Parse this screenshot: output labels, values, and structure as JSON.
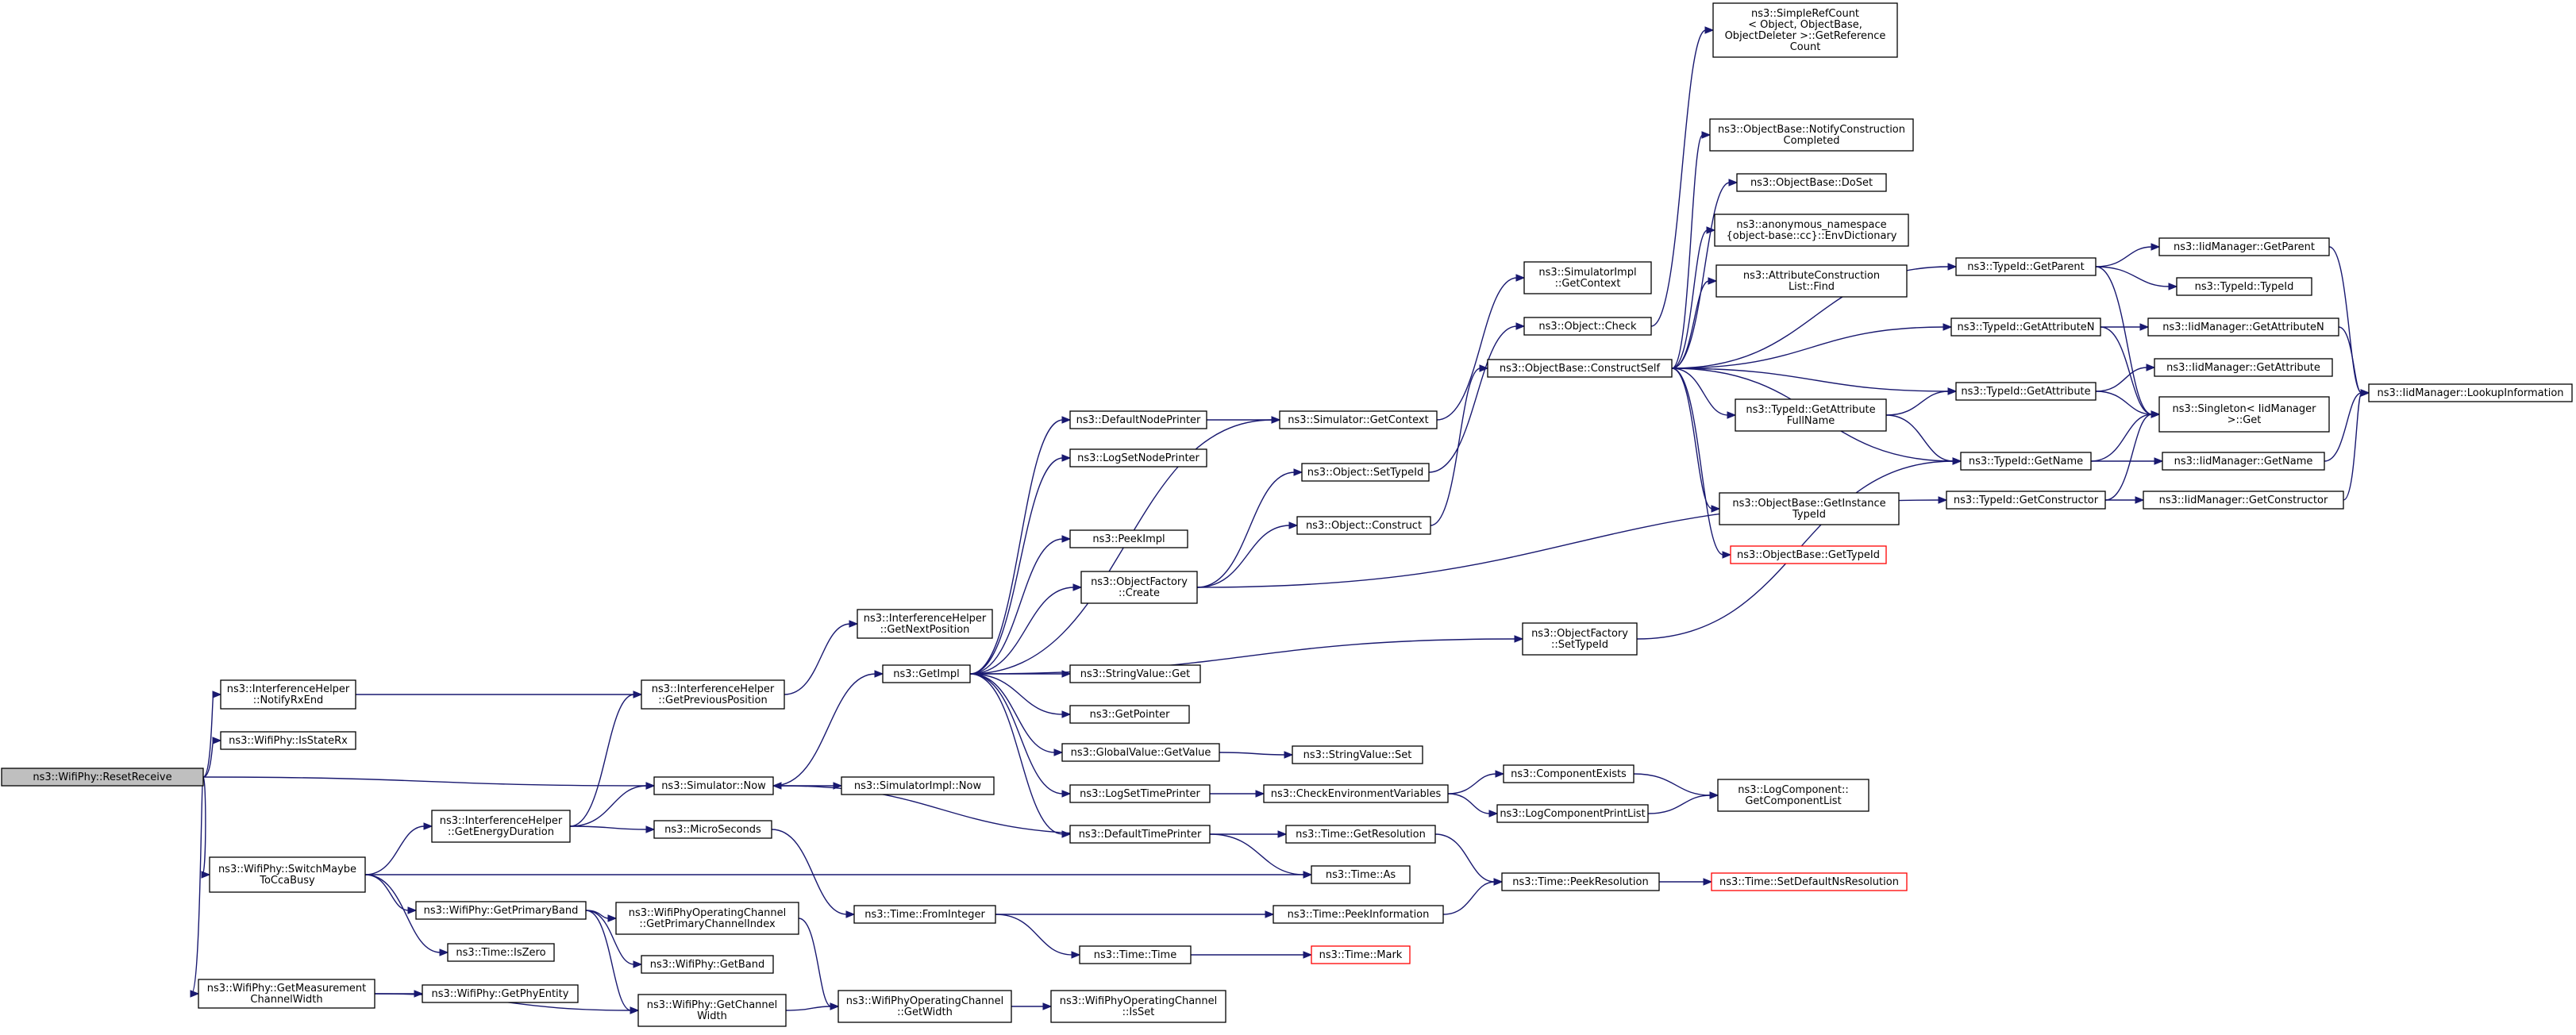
{
  "nodes": [
    {
      "id": "reset",
      "lines": [
        "ns3::WifiPhy::ResetReceive"
      ],
      "style": "root"
    },
    {
      "id": "notifyrx",
      "lines": [
        "ns3::InterferenceHelper",
        "::NotifyRxEnd"
      ]
    },
    {
      "id": "isstaterx",
      "lines": [
        "ns3::WifiPhy::IsStateRx"
      ]
    },
    {
      "id": "switchbusy",
      "lines": [
        "ns3::WifiPhy::SwitchMaybe",
        "ToCcaBusy"
      ]
    },
    {
      "id": "getmeas",
      "lines": [
        "ns3::WifiPhy::GetMeasurement",
        "ChannelWidth"
      ]
    },
    {
      "id": "getenergy",
      "lines": [
        "ns3::InterferenceHelper",
        "::GetEnergyDuration"
      ]
    },
    {
      "id": "getprimaryband",
      "lines": [
        "ns3::WifiPhy::GetPrimaryBand"
      ]
    },
    {
      "id": "iszero",
      "lines": [
        "ns3::Time::IsZero"
      ]
    },
    {
      "id": "getphyentity",
      "lines": [
        "ns3::WifiPhy::GetPhyEntity"
      ]
    },
    {
      "id": "getprevpos",
      "lines": [
        "ns3::InterferenceHelper",
        "::GetPreviousPosition"
      ]
    },
    {
      "id": "simnow",
      "lines": [
        "ns3::Simulator::Now"
      ]
    },
    {
      "id": "microseconds",
      "lines": [
        "ns3::MicroSeconds"
      ]
    },
    {
      "id": "getprimarychidx",
      "lines": [
        "ns3::WifiPhyOperatingChannel",
        "::GetPrimaryChannelIndex"
      ]
    },
    {
      "id": "getband",
      "lines": [
        "ns3::WifiPhy::GetBand"
      ]
    },
    {
      "id": "getchwidth",
      "lines": [
        "ns3::WifiPhy::GetChannel",
        "Width"
      ]
    },
    {
      "id": "getnextpos",
      "lines": [
        "ns3::InterferenceHelper",
        "::GetNextPosition"
      ]
    },
    {
      "id": "simimplnow",
      "lines": [
        "ns3::SimulatorImpl::Now"
      ]
    },
    {
      "id": "getimpl",
      "lines": [
        "ns3::GetImpl"
      ]
    },
    {
      "id": "fromint",
      "lines": [
        "ns3::Time::FromInteger"
      ]
    },
    {
      "id": "opchgetwidth",
      "lines": [
        "ns3::WifiPhyOperatingChannel",
        "::GetWidth"
      ]
    },
    {
      "id": "opchisset",
      "lines": [
        "ns3::WifiPhyOperatingChannel",
        "::IsSet"
      ]
    },
    {
      "id": "defnodeprinter",
      "lines": [
        "ns3::DefaultNodePrinter"
      ]
    },
    {
      "id": "logsetnodeprinter",
      "lines": [
        "ns3::LogSetNodePrinter"
      ]
    },
    {
      "id": "peekimpl",
      "lines": [
        "ns3::PeekImpl"
      ]
    },
    {
      "id": "objfactcreate",
      "lines": [
        "ns3::ObjectFactory",
        "::Create"
      ]
    },
    {
      "id": "strvalget",
      "lines": [
        "ns3::StringValue::Get"
      ]
    },
    {
      "id": "getpointer",
      "lines": [
        "ns3::GetPointer"
      ]
    },
    {
      "id": "globalvalget",
      "lines": [
        "ns3::GlobalValue::GetValue"
      ]
    },
    {
      "id": "logsettimeprinter",
      "lines": [
        "ns3::LogSetTimePrinter"
      ]
    },
    {
      "id": "deftimeprinter",
      "lines": [
        "ns3::DefaultTimePrinter"
      ]
    },
    {
      "id": "timetime",
      "lines": [
        "ns3::Time::Time"
      ]
    },
    {
      "id": "simgetctx",
      "lines": [
        "ns3::Simulator::GetContext"
      ]
    },
    {
      "id": "objsettypeid",
      "lines": [
        "ns3::Object::SetTypeId"
      ]
    },
    {
      "id": "objconstruct",
      "lines": [
        "ns3::Object::Construct"
      ]
    },
    {
      "id": "objfactsettypeid",
      "lines": [
        "ns3::ObjectFactory",
        "::SetTypeId"
      ]
    },
    {
      "id": "strvalset",
      "lines": [
        "ns3::StringValue::Set"
      ]
    },
    {
      "id": "checkenv",
      "lines": [
        "ns3::CheckEnvironmentVariables"
      ]
    },
    {
      "id": "timegetres",
      "lines": [
        "ns3::Time::GetResolution"
      ]
    },
    {
      "id": "timeas",
      "lines": [
        "ns3::Time::As"
      ]
    },
    {
      "id": "timepeekinfo",
      "lines": [
        "ns3::Time::PeekInformation"
      ]
    },
    {
      "id": "timemark",
      "lines": [
        "ns3::Time::Mark"
      ],
      "style": "missing"
    },
    {
      "id": "simimplgetctx",
      "lines": [
        "ns3::SimulatorImpl",
        "::GetContext"
      ]
    },
    {
      "id": "objcheck",
      "lines": [
        "ns3::Object::Check"
      ]
    },
    {
      "id": "objbaseconstructself",
      "lines": [
        "ns3::ObjectBase::ConstructSelf"
      ]
    },
    {
      "id": "compexists",
      "lines": [
        "ns3::ComponentExists"
      ]
    },
    {
      "id": "logcompprintlist",
      "lines": [
        "ns3::LogComponentPrintList"
      ]
    },
    {
      "id": "timepeekres",
      "lines": [
        "ns3::Time::PeekResolution"
      ]
    },
    {
      "id": "simplerefcount",
      "lines": [
        "ns3::SimpleRefCount",
        "< Object, ObjectBase,",
        "ObjectDeleter >::GetReference",
        "Count"
      ]
    },
    {
      "id": "notifyconstr",
      "lines": [
        "ns3::ObjectBase::NotifyConstruction",
        "Completed"
      ]
    },
    {
      "id": "objbasedoset",
      "lines": [
        "ns3::ObjectBase::DoSet"
      ]
    },
    {
      "id": "envdict",
      "lines": [
        "ns3::anonymous_namespace",
        "{object-base::cc}::EnvDictionary"
      ]
    },
    {
      "id": "attrconstrfind",
      "lines": [
        "ns3::AttributeConstruction",
        "List::Find"
      ]
    },
    {
      "id": "typeidgetattrfull",
      "lines": [
        "ns3::TypeId::GetAttribute",
        "FullName"
      ]
    },
    {
      "id": "getinsttypeid",
      "lines": [
        "ns3::ObjectBase::GetInstance",
        "TypeId"
      ]
    },
    {
      "id": "objbasegettypeid",
      "lines": [
        "ns3::ObjectBase::GetTypeId"
      ],
      "style": "missing"
    },
    {
      "id": "logcompgetlist",
      "lines": [
        "ns3::LogComponent::",
        "GetComponentList"
      ]
    },
    {
      "id": "setdefaultnsres",
      "lines": [
        "ns3::Time::SetDefaultNsResolution"
      ],
      "style": "missing"
    },
    {
      "id": "typeidgetparent",
      "lines": [
        "ns3::TypeId::GetParent"
      ]
    },
    {
      "id": "typeidgetattrn",
      "lines": [
        "ns3::TypeId::GetAttributeN"
      ]
    },
    {
      "id": "typeidgetattr",
      "lines": [
        "ns3::TypeId::GetAttribute"
      ]
    },
    {
      "id": "typeidgetname",
      "lines": [
        "ns3::TypeId::GetName"
      ]
    },
    {
      "id": "typeidgetconstr",
      "lines": [
        "ns3::TypeId::GetConstructor"
      ]
    },
    {
      "id": "iidgetparent",
      "lines": [
        "ns3::IidManager::GetParent"
      ]
    },
    {
      "id": "typeidtypeid",
      "lines": [
        "ns3::TypeId::TypeId"
      ]
    },
    {
      "id": "iidgetattrn",
      "lines": [
        "ns3::IidManager::GetAttributeN"
      ]
    },
    {
      "id": "iidgetattr",
      "lines": [
        "ns3::IidManager::GetAttribute"
      ]
    },
    {
      "id": "singletonget",
      "lines": [
        "ns3::Singleton< IidManager",
        ">::Get"
      ]
    },
    {
      "id": "iidgetname",
      "lines": [
        "ns3::IidManager::GetName"
      ]
    },
    {
      "id": "iidgetconstr",
      "lines": [
        "ns3::IidManager::GetConstructor"
      ]
    },
    {
      "id": "iidlookup",
      "lines": [
        "ns3::IidManager::LookupInformation"
      ]
    }
  ],
  "edges": [
    [
      "reset",
      "notifyrx"
    ],
    [
      "reset",
      "isstaterx"
    ],
    [
      "reset",
      "simnow"
    ],
    [
      "reset",
      "switchbusy"
    ],
    [
      "reset",
      "getmeas"
    ],
    [
      "notifyrx",
      "getprevpos"
    ],
    [
      "switchbusy",
      "getenergy"
    ],
    [
      "switchbusy",
      "timeas"
    ],
    [
      "switchbusy",
      "getprimaryband"
    ],
    [
      "switchbusy",
      "iszero"
    ],
    [
      "getmeas",
      "getphyentity"
    ],
    [
      "getmeas",
      "getchwidth"
    ],
    [
      "getenergy",
      "getprevpos"
    ],
    [
      "getenergy",
      "simnow"
    ],
    [
      "getenergy",
      "microseconds"
    ],
    [
      "getprimaryband",
      "getprimarychidx"
    ],
    [
      "getprimaryband",
      "getband"
    ],
    [
      "getprimaryband",
      "getchwidth"
    ],
    [
      "getprevpos",
      "getnextpos"
    ],
    [
      "simnow",
      "getimpl"
    ],
    [
      "simnow",
      "simimplnow"
    ],
    [
      "microseconds",
      "fromint"
    ],
    [
      "getprimarychidx",
      "opchgetwidth"
    ],
    [
      "getchwidth",
      "opchgetwidth"
    ],
    [
      "fromint",
      "timepeekinfo"
    ],
    [
      "fromint",
      "timetime"
    ],
    [
      "opchgetwidth",
      "opchisset"
    ],
    [
      "getimpl",
      "defnodeprinter"
    ],
    [
      "getimpl",
      "logsetnodeprinter"
    ],
    [
      "getimpl",
      "peekimpl"
    ],
    [
      "getimpl",
      "objfactcreate"
    ],
    [
      "getimpl",
      "objfactsettypeid"
    ],
    [
      "getimpl",
      "strvalget"
    ],
    [
      "getimpl",
      "getpointer"
    ],
    [
      "getimpl",
      "globalvalget"
    ],
    [
      "getimpl",
      "logsettimeprinter"
    ],
    [
      "getimpl",
      "deftimeprinter"
    ],
    [
      "getimpl",
      "simgetctx"
    ],
    [
      "defnodeprinter",
      "simgetctx"
    ],
    [
      "objfactcreate",
      "objsettypeid"
    ],
    [
      "objfactcreate",
      "objconstruct"
    ],
    [
      "objfactcreate",
      "typeidgetconstr"
    ],
    [
      "globalvalget",
      "strvalset"
    ],
    [
      "logsettimeprinter",
      "checkenv"
    ],
    [
      "deftimeprinter",
      "simnow"
    ],
    [
      "deftimeprinter",
      "timegetres"
    ],
    [
      "deftimeprinter",
      "timeas"
    ],
    [
      "timetime",
      "timemark"
    ],
    [
      "simgetctx",
      "simimplgetctx"
    ],
    [
      "objsettypeid",
      "objcheck"
    ],
    [
      "objconstruct",
      "objbaseconstructself"
    ],
    [
      "objfactsettypeid",
      "typeidgetname"
    ],
    [
      "checkenv",
      "compexists"
    ],
    [
      "checkenv",
      "logcompprintlist"
    ],
    [
      "timegetres",
      "timepeekres"
    ],
    [
      "timepeekinfo",
      "timepeekres"
    ],
    [
      "objcheck",
      "simplerefcount"
    ],
    [
      "objbaseconstructself",
      "notifyconstr"
    ],
    [
      "objbaseconstructself",
      "objbasedoset"
    ],
    [
      "objbaseconstructself",
      "envdict"
    ],
    [
      "objbaseconstructself",
      "attrconstrfind"
    ],
    [
      "objbaseconstructself",
      "typeidgetattrfull"
    ],
    [
      "objbaseconstructself",
      "getinsttypeid"
    ],
    [
      "objbaseconstructself",
      "objbasegettypeid"
    ],
    [
      "objbaseconstructself",
      "typeidgetparent"
    ],
    [
      "objbaseconstructself",
      "typeidgetattrn"
    ],
    [
      "objbaseconstructself",
      "typeidgetattr"
    ],
    [
      "objbaseconstructself",
      "typeidgetname"
    ],
    [
      "compexists",
      "logcompgetlist"
    ],
    [
      "logcompprintlist",
      "logcompgetlist"
    ],
    [
      "timepeekres",
      "setdefaultnsres"
    ],
    [
      "typeidgetattrfull",
      "typeidgetattr"
    ],
    [
      "typeidgetattrfull",
      "typeidgetname"
    ],
    [
      "typeidgetparent",
      "iidgetparent"
    ],
    [
      "typeidgetparent",
      "typeidtypeid"
    ],
    [
      "typeidgetparent",
      "singletonget"
    ],
    [
      "typeidgetattrn",
      "iidgetattrn"
    ],
    [
      "typeidgetattrn",
      "singletonget"
    ],
    [
      "typeidgetattr",
      "iidgetattr"
    ],
    [
      "typeidgetattr",
      "singletonget"
    ],
    [
      "typeidgetname",
      "iidgetname"
    ],
    [
      "typeidgetname",
      "singletonget"
    ],
    [
      "typeidgetconstr",
      "iidgetconstr"
    ],
    [
      "typeidgetconstr",
      "singletonget"
    ],
    [
      "iidgetparent",
      "iidlookup"
    ],
    [
      "iidgetattrn",
      "iidlookup"
    ],
    [
      "iidgetname",
      "iidlookup"
    ],
    [
      "iidgetconstr",
      "iidlookup"
    ]
  ]
}
